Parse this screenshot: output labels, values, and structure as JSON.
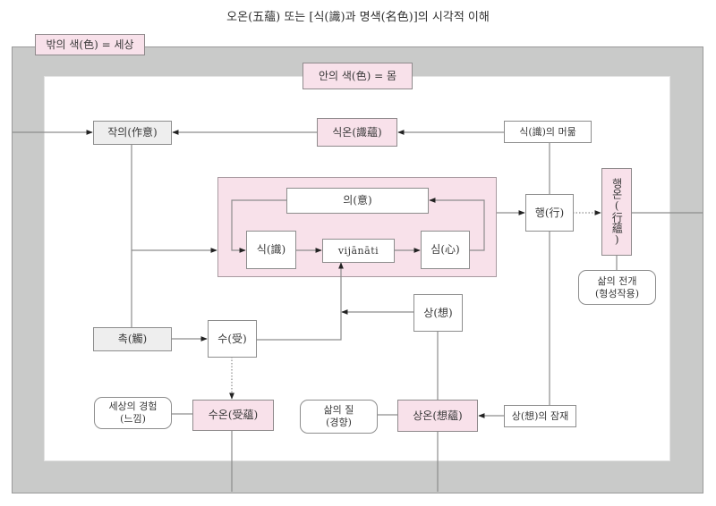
{
  "title": "오온(五蘊) 또는 [식(識)과 명색(名色)]의 시각적 이해",
  "colors": {
    "outer_frame": "#c9cac9",
    "inner_area": "#ffffff",
    "pink_fill": "#f8e1ea",
    "gray_fill": "#eeeeee",
    "line": "#8d8d8d",
    "arrowhead": "#222222"
  },
  "regions": {
    "outer_label": "밖의 색(色) = 세상",
    "inner_label": "안의 색(色) = 몸"
  },
  "nodes": {
    "jakui": "작의(作意)",
    "sikon": "식온(識蘊)",
    "sik_meomum": "식(識)의 머묾",
    "ui": "의(意)",
    "sik": "식(識)",
    "vijanati": "vijānāti",
    "sim": "심(心)",
    "haeng": "행(行)",
    "haengon": "행온(行蘊)",
    "life_unfolding_line1": "삶의 전개",
    "life_unfolding_line2": "(형성작용)",
    "chok": "촉(觸)",
    "su": "수(受)",
    "sang": "상(想)",
    "world_experience_line1": "세상의 경험",
    "world_experience_line2": "(느낌)",
    "suon": "수온(受蘊)",
    "life_quality_line1": "삶의 질",
    "life_quality_line2": "(경향)",
    "sangon": "상온(想蘊)",
    "sang_latent": "상(想)의 잠재"
  },
  "connections": [
    {
      "from": "outer-left",
      "to": "jakui",
      "style": "solid",
      "arrow": true
    },
    {
      "from": "sikon",
      "to": "jakui",
      "style": "solid",
      "arrow": true
    },
    {
      "from": "sik_meomum",
      "to": "sikon",
      "style": "solid",
      "arrow": true
    },
    {
      "from": "jakui",
      "to": "central-group",
      "style": "solid",
      "arrow": true
    },
    {
      "from": "jakui",
      "to": "chok",
      "style": "solid",
      "arrow": false
    },
    {
      "from": "ui",
      "to": "sik",
      "style": "solid",
      "arrow": true
    },
    {
      "from": "sik",
      "to": "vijanati",
      "style": "solid",
      "arrow": true
    },
    {
      "from": "vijanati",
      "to": "sim",
      "style": "solid",
      "arrow": true
    },
    {
      "from": "sim",
      "to": "ui",
      "style": "solid",
      "arrow": true
    },
    {
      "from": "central-group",
      "to": "haeng",
      "style": "solid",
      "arrow": true
    },
    {
      "from": "haeng",
      "to": "haengon",
      "style": "dotted",
      "arrow": true
    },
    {
      "from": "haengon",
      "to": "outer-right",
      "style": "solid",
      "arrow": false
    },
    {
      "from": "haengon",
      "to": "life_unfolding",
      "style": "solid",
      "arrow": false
    },
    {
      "from": "sik_meomum",
      "to": "sang_latent",
      "style": "solid",
      "arrow": false
    },
    {
      "from": "chok",
      "to": "su",
      "style": "solid",
      "arrow": true
    },
    {
      "from": "su",
      "to": "vijanati",
      "style": "solid",
      "arrow": true
    },
    {
      "from": "sang",
      "to": "su-vijanati-line",
      "style": "solid",
      "arrow": true
    },
    {
      "from": "su",
      "to": "suon",
      "style": "dotted",
      "arrow": true
    },
    {
      "from": "sang",
      "to": "sangon",
      "style": "solid",
      "arrow": false
    },
    {
      "from": "world_experience",
      "to": "suon",
      "style": "solid",
      "arrow": false
    },
    {
      "from": "life_quality",
      "to": "sangon",
      "style": "solid",
      "arrow": false
    },
    {
      "from": "sang_latent",
      "to": "sangon",
      "style": "solid",
      "arrow": true
    },
    {
      "from": "suon",
      "to": "outer-bottom",
      "style": "solid",
      "arrow": false
    },
    {
      "from": "sangon",
      "to": "outer-bottom",
      "style": "solid",
      "arrow": false
    }
  ]
}
